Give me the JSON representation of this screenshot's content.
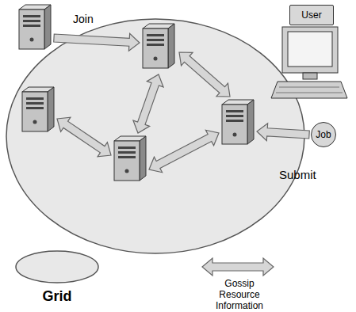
{
  "diagram": {
    "nodes": [
      {
        "text": [
          "User"
        ]
      },
      {
        "text": [
          "Job"
        ]
      }
    ],
    "labels": [
      "Join",
      "Submit"
    ],
    "legend": [
      {
        "text": "Grid"
      },
      {
        "text": "Gossip Resource Information"
      }
    ]
  }
}
